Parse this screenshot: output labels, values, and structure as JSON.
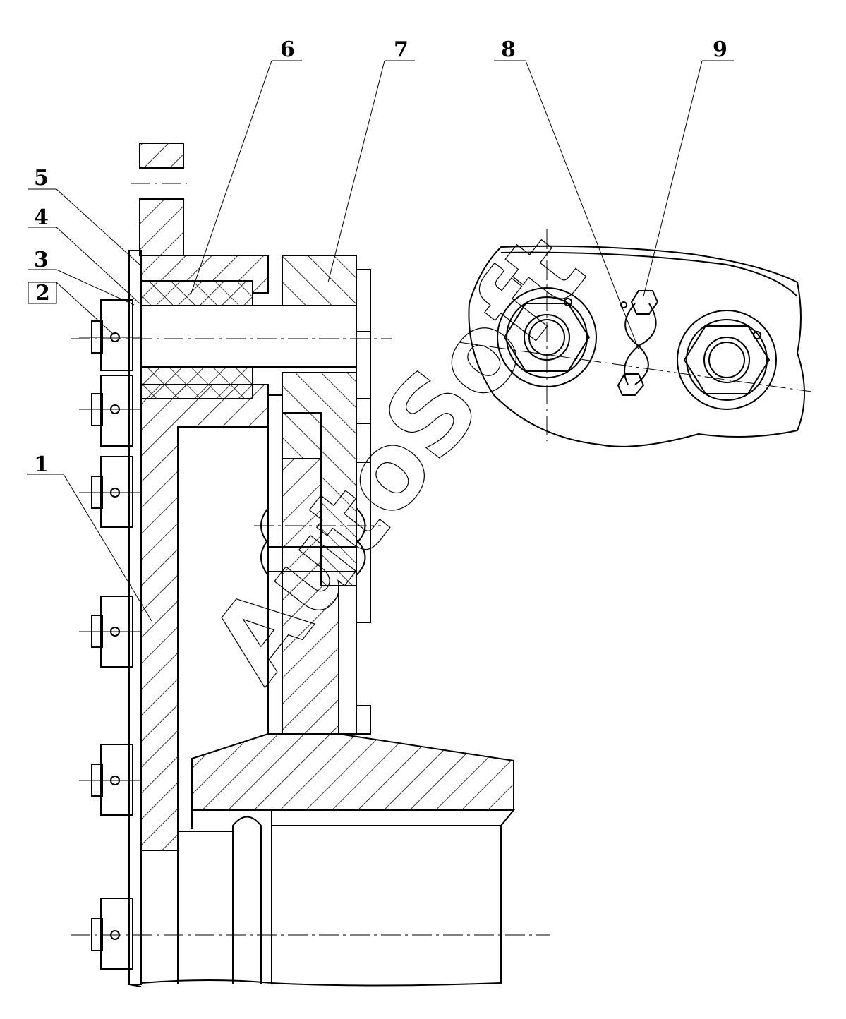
{
  "drawing": {
    "labels": [
      {
        "id": "1",
        "text": "1"
      },
      {
        "id": "2",
        "text": "2"
      },
      {
        "id": "3",
        "text": "3"
      },
      {
        "id": "4",
        "text": "4"
      },
      {
        "id": "5",
        "text": "5"
      },
      {
        "id": "6",
        "text": "6"
      },
      {
        "id": "7",
        "text": "7"
      },
      {
        "id": "8",
        "text": "8"
      },
      {
        "id": "9",
        "text": "9"
      }
    ],
    "watermark": "AutoSoft"
  }
}
